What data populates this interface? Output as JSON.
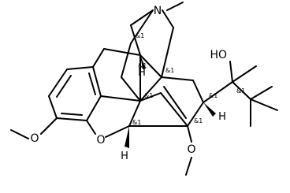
{
  "molecule": {
    "atom_labels": {
      "n": "N",
      "o_ring": "O",
      "oh": "HO",
      "o_methoxy_aryl": "O",
      "o_methoxy_bridge": "O",
      "h_top": "H",
      "h_bottom": "H",
      "h_right": "H"
    },
    "stereo_label": "&1"
  }
}
